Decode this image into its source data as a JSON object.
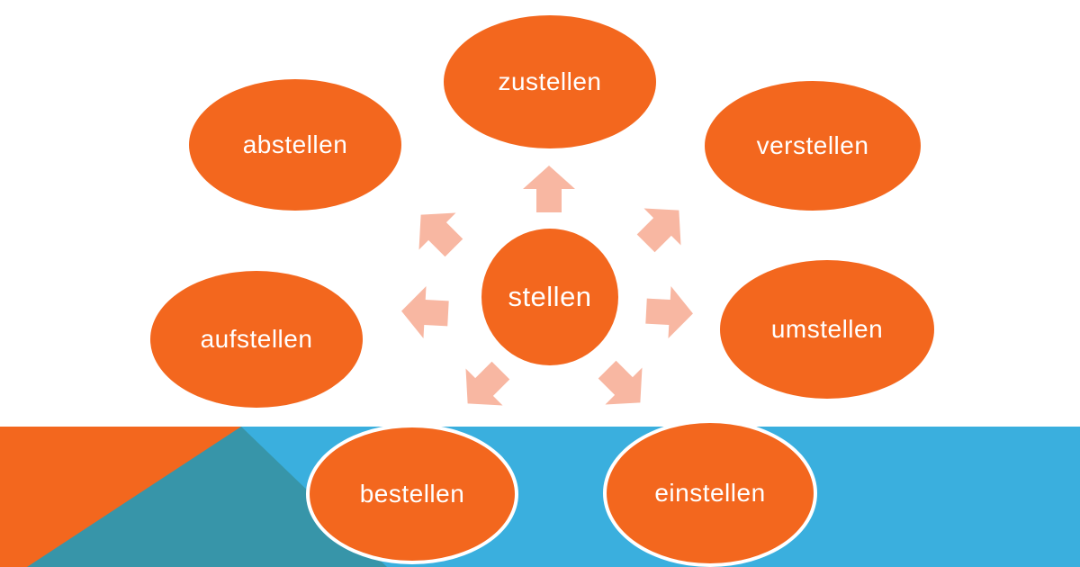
{
  "title": "stellen verb family diagram",
  "colors": {
    "orange": "#F3671E",
    "arrow_salmon": "#F8B7A2",
    "band_blue": "#3AAFDE",
    "triangle_teal": "#3795A9",
    "label_text": "#FFFFFF"
  },
  "center": {
    "label": "stellen"
  },
  "satellites": [
    {
      "id": "zustellen",
      "label": "zustellen"
    },
    {
      "id": "abstellen",
      "label": "abstellen"
    },
    {
      "id": "verstellen",
      "label": "verstellen"
    },
    {
      "id": "aufstellen",
      "label": "aufstellen"
    },
    {
      "id": "umstellen",
      "label": "umstellen"
    },
    {
      "id": "bestellen",
      "label": "bestellen"
    },
    {
      "id": "einstellen",
      "label": "einstellen"
    }
  ],
  "arrows": [
    "arrow-up",
    "arrow-up-left",
    "arrow-up-right",
    "arrow-left",
    "arrow-right",
    "arrow-down-left",
    "arrow-down-right"
  ]
}
